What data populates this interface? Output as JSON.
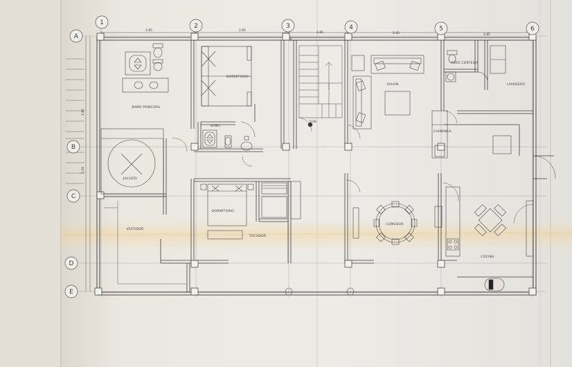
{
  "grid": {
    "columns": [
      "1",
      "2",
      "3",
      "4",
      "5",
      "6"
    ],
    "rows": [
      "A",
      "B",
      "C",
      "D",
      "E"
    ]
  },
  "dimensions": {
    "top": [
      "2.85",
      "2.85",
      "2.85",
      "2.85",
      "2.85"
    ],
    "left": [
      "1.80",
      "1.18"
    ]
  },
  "rooms": {
    "bano_principal": "BAÑO PRINCIPAL",
    "dormitorio_1": "DORMITORIO",
    "bano": "BAÑO",
    "salon": "SALON",
    "aseo_cortesia": "ASEO CORTESIA",
    "lavadero": "LAVADERO",
    "chimenea": "CHIMENEA",
    "jacuzzi": "JACUZZI",
    "dormitorio_2": "DORMITORIO",
    "tocador": "TOCADOR",
    "vestidor": "VESTIDOR",
    "comedor": "COMEDOR",
    "cocina": "COCINA"
  },
  "stairs_level": "0.00"
}
